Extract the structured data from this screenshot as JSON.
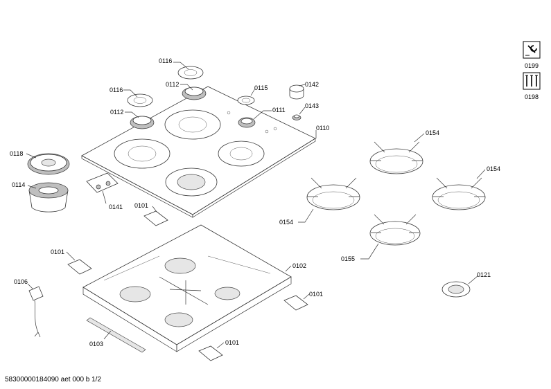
{
  "labels": {
    "l0116a": "0116",
    "l0116b": "0116",
    "l0112a": "0112",
    "l0112b": "0112",
    "l0115": "0115",
    "l0142": "0142",
    "l0143": "0143",
    "l0111": "0111",
    "l0110": "0110",
    "l0118": "0118",
    "l0114": "0114",
    "l0141": "0141",
    "l0101a": "0101",
    "l0101b": "0101",
    "l0101c": "0101",
    "l0101d": "0101",
    "l0102": "0102",
    "l0106": "0106",
    "l0103": "0103",
    "l0154a": "0154",
    "l0154b": "0154",
    "l0154c": "0154",
    "l0155": "0155",
    "l0121": "0121",
    "l0199": "0199",
    "l0198": "0198"
  },
  "footer": "58300000184090 aet 000 b 1/2",
  "icons": [
    "wrench-service-icon",
    "tools-kit-icon"
  ]
}
